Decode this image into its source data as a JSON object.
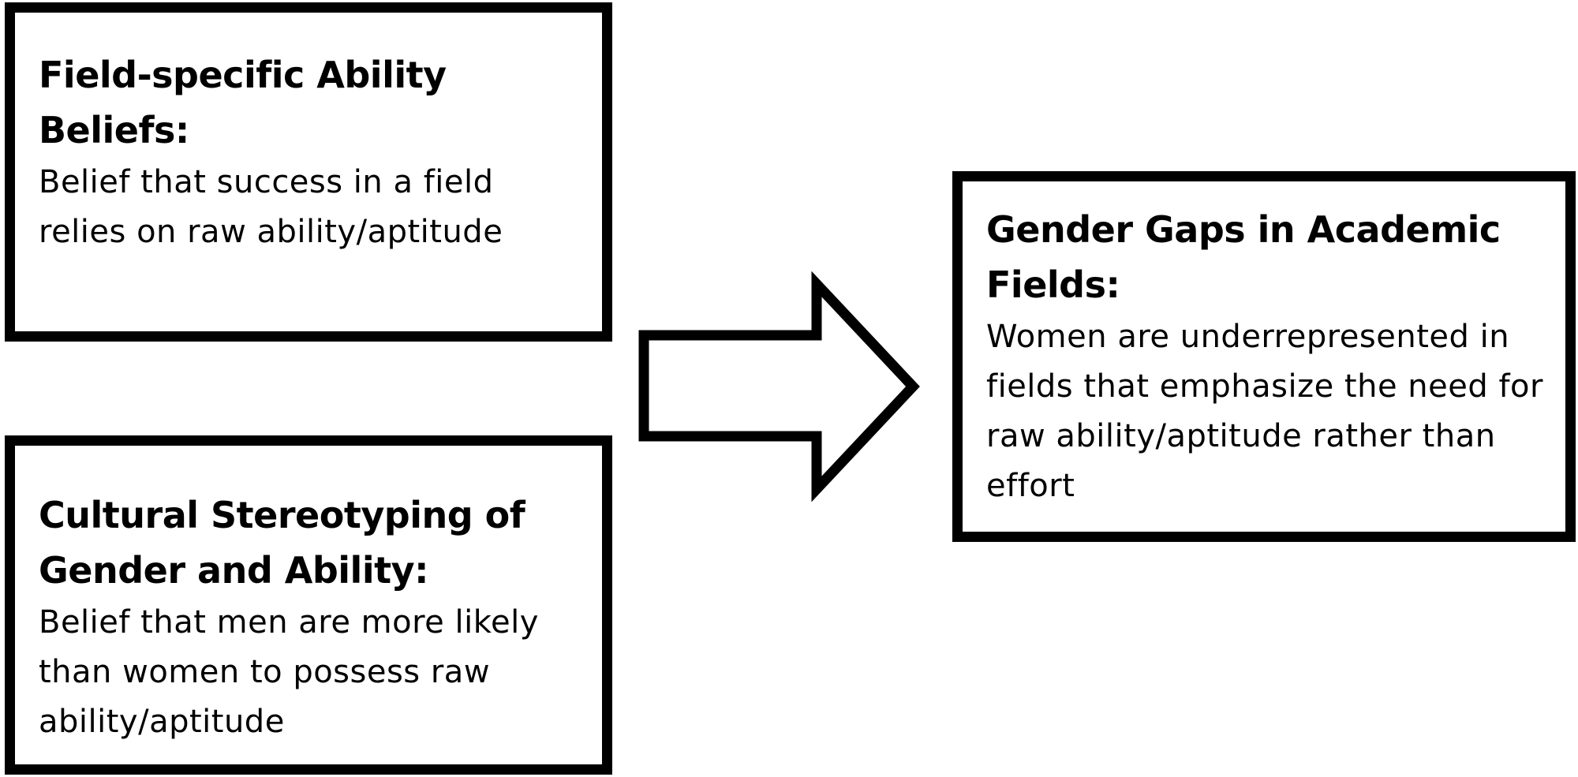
{
  "boxes": {
    "ability_beliefs": {
      "title": "Field-specific Ability Beliefs:",
      "body": "Belief that success in a field\nrelies on raw ability/aptitude"
    },
    "stereotyping": {
      "title": "Cultural Stereotyping of\nGender and Ability:",
      "body": "Belief that men are more likely\nthan women to possess raw\nability/aptitude"
    },
    "gender_gaps": {
      "title": "Gender Gaps in Academic\nFields:",
      "body": "Women are underrepresented in\nfields that emphasize the need for\nraw ability/aptitude rather than\neffort"
    }
  },
  "arrow": {
    "direction": "right",
    "stroke_color": "#000000",
    "fill_color": "#ffffff"
  }
}
